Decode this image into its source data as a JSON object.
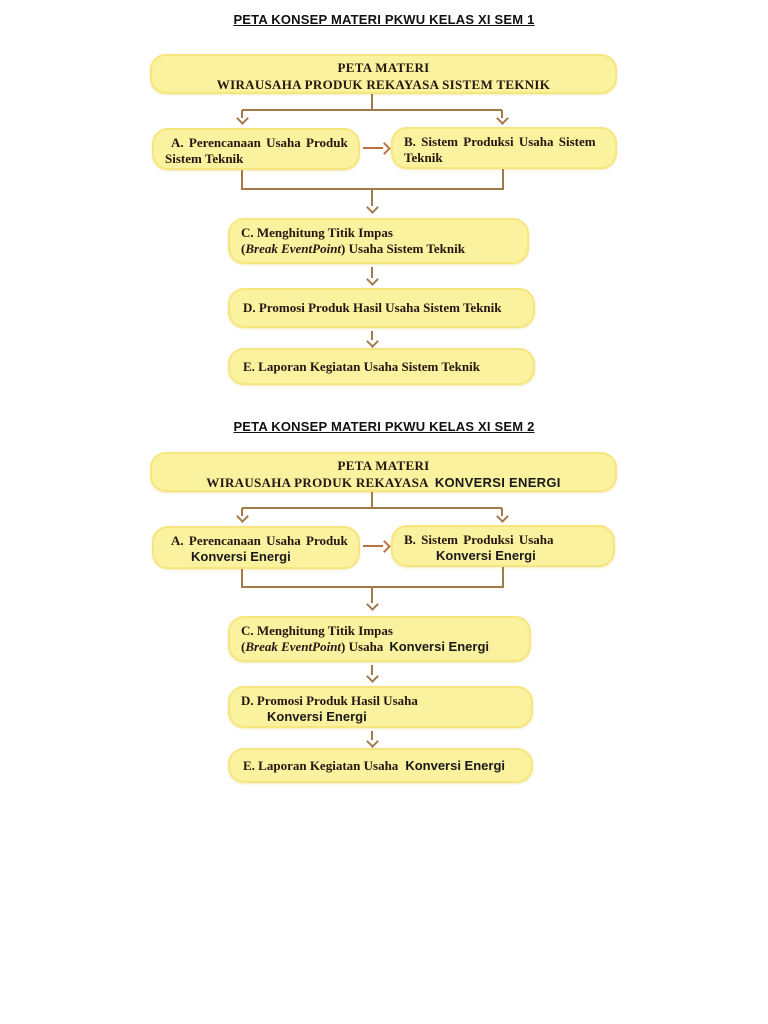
{
  "colors": {
    "page_bg": "#ffffff",
    "box_fill": "#FBF2A0",
    "box_edge": "#F6E67D",
    "connector_brown": "#A57A4A",
    "arrow_orange": "#BE7140",
    "box_text": "#241710",
    "title_text": "#111111"
  },
  "s1": {
    "title": "PETA KONSEP MATERI PKWU KELAS XI SEM 1",
    "main_l1": "PETA MATERI",
    "main_l2": "WIRAUSAHA PRODUK REKAYASA SISTEM TEKNIK",
    "a_l1": "A. Perencanaan Usaha Produk",
    "a_l2": "Sistem Teknik",
    "b_l1": "B. Sistem Produksi Usaha Sistem",
    "b_l2": "Teknik",
    "c_l1": "C. Menghitung Titik Impas",
    "c_open": "(",
    "c_italic": "Break EventPoint",
    "c_close": ") Usaha Sistem Teknik",
    "d": "D. Promosi Produk Hasil Usaha Sistem Teknik",
    "e": "E. Laporan Kegiatan Usaha Sistem Teknik"
  },
  "s2": {
    "title": "PETA KONSEP MATERI PKWU KELAS XI SEM 2",
    "main_l1": "PETA MATERI",
    "main_l2_serif": "WIRAUSAHA PRODUK REKAYASA",
    "main_l2_sans": "KONVERSI ENERGI",
    "a_l1": "A. Perencanaan Usaha Produk",
    "a_l2_sans": "Konversi Energi",
    "b_l1": "B. Sistem Produksi Usaha",
    "b_l2_sans": "Konversi Energi",
    "c_l1": "C. Menghitung Titik Impas",
    "c_open": "(",
    "c_italic": "Break EventPoint",
    "c_close_serif": ") Usaha",
    "c_close_sans": "Konversi Energi",
    "d_l1": "D. Promosi Produk Hasil Usaha",
    "d_l2_sans": "Konversi Energi",
    "e_serif": "E. Laporan Kegiatan Usaha",
    "e_sans": "Konversi Energi"
  }
}
